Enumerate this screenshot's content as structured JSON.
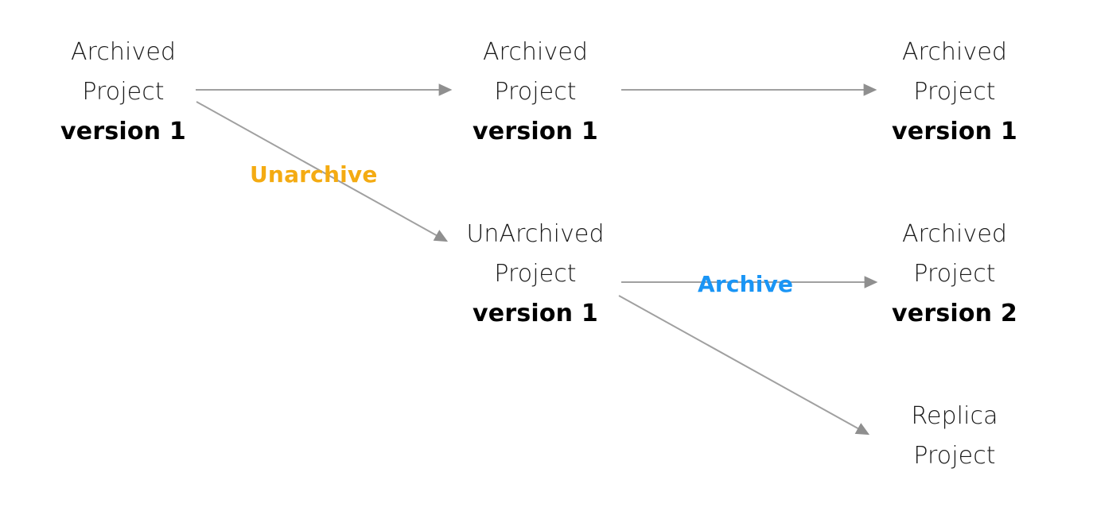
{
  "diagram": {
    "title": "Project archive / unarchive version flow",
    "background": "#ffffff",
    "arrow_color": "#a0a0a0",
    "text_color": "#1a1a1a",
    "nodes": [
      {
        "id": "archived-v1-a",
        "line1": "Archived",
        "line2": "Project",
        "line3": "version 1",
        "column": 1,
        "row": 1
      },
      {
        "id": "archived-v1-b",
        "line1": "Archived",
        "line2": "Project",
        "line3": "version 1",
        "column": 2,
        "row": 1
      },
      {
        "id": "archived-v1-c",
        "line1": "Archived",
        "line2": "Project",
        "line3": "version 1",
        "column": 3,
        "row": 1
      },
      {
        "id": "unarchived-v1",
        "line1": "UnArchived",
        "line2": "Project",
        "line3": "version 1",
        "column": 2,
        "row": 2
      },
      {
        "id": "archived-v2",
        "line1": "Archived",
        "line2": "Project",
        "line3": "version 2",
        "column": 3,
        "row": 2
      },
      {
        "id": "replica",
        "line1": "Replica",
        "line2": "Project",
        "line3": "",
        "column": 3,
        "row": 3
      }
    ],
    "edges": [
      {
        "id": "edge-a-to-b",
        "from": "archived-v1-a",
        "to": "archived-v1-b",
        "label": "",
        "label_color": ""
      },
      {
        "id": "edge-b-to-c",
        "from": "archived-v1-b",
        "to": "archived-v1-c",
        "label": "",
        "label_color": ""
      },
      {
        "id": "edge-unarchive",
        "from": "archived-v1-a",
        "to": "unarchived-v1",
        "label": "Unarchive",
        "label_color": "#f4ab12"
      },
      {
        "id": "edge-archive",
        "from": "unarchived-v1",
        "to": "archived-v2",
        "label": "Archive",
        "label_color": "#1a95f5"
      },
      {
        "id": "edge-replica",
        "from": "unarchived-v1",
        "to": "replica",
        "label": "",
        "label_color": ""
      }
    ]
  }
}
